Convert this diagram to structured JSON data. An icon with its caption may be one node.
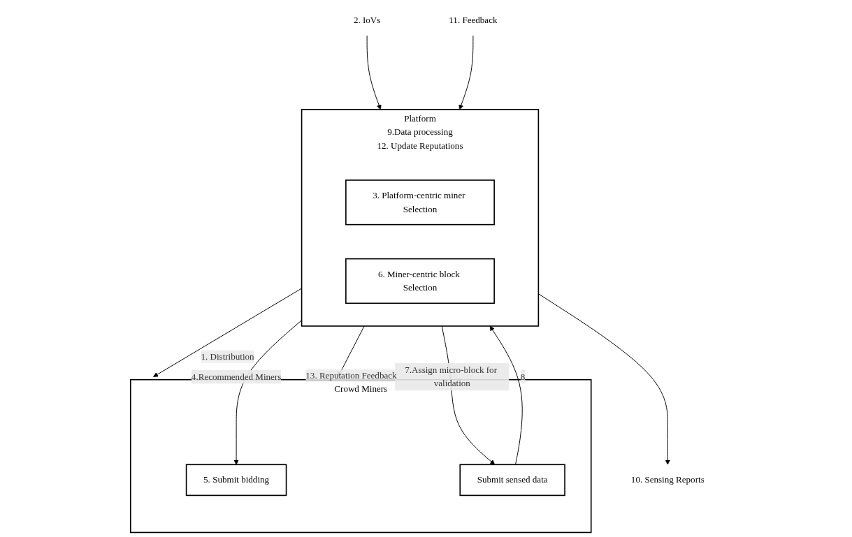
{
  "diagram": {
    "nodes": [
      {
        "text": [
          "Platform",
          "9.Data processing",
          "12. Update Reputations"
        ]
      },
      {
        "text": [
          "3. Platform-centric miner Selection"
        ],
        "in": 0
      },
      {
        "text": [
          "6. Miner-centric block Selection"
        ],
        "in": 0
      },
      {
        "text": [
          "Crowd Miners"
        ]
      },
      {
        "text": [
          "5. Submit bidding"
        ],
        "in": 3
      },
      {
        "text": [
          "Submit sensed data"
        ],
        "in": 3
      },
      {
        "text": [
          "2. IoVs"
        ]
      },
      {
        "text": [
          "10. Sensing Reports"
        ]
      },
      {
        "text": [
          "11. Feedback"
        ]
      }
    ],
    "edges": [
      {
        "from": 6,
        "to": 0,
        "arrow": "to"
      },
      {
        "from": 0,
        "to": 7,
        "arrow": "to"
      },
      {
        "from": 8,
        "to": 0,
        "arrow": "to"
      },
      {
        "from": 0,
        "to": 3,
        "arrow": "to",
        "label": "1. Distribution"
      },
      {
        "from": 0,
        "to": 4,
        "arrow": "to",
        "label": "4.Recommended Miners"
      },
      {
        "from": 5,
        "to": 0,
        "arrow": "to",
        "label": "8"
      },
      {
        "from": 0,
        "to": 5,
        "arrow": "to",
        "label": "7.Assign micro-block for validation"
      },
      {
        "from": 0,
        "to": 3,
        "arrow": "to",
        "label": "13. Reputation Feedback"
      }
    ]
  }
}
